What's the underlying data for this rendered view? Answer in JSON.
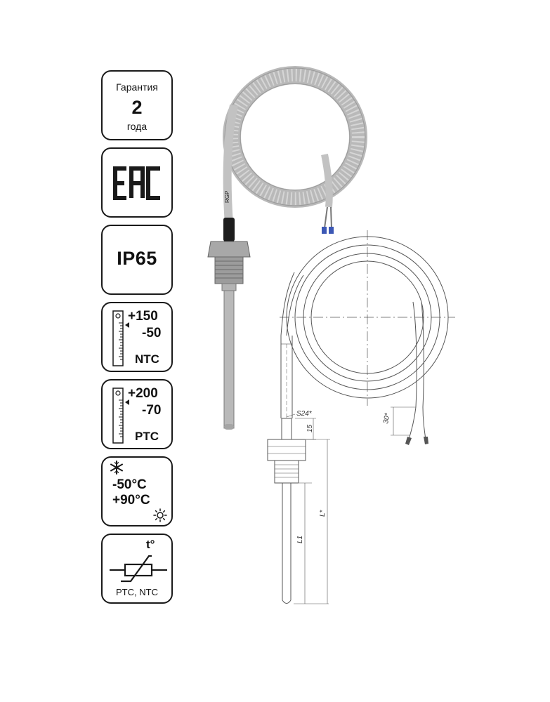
{
  "badges": {
    "warranty": {
      "top": "Гарантия",
      "number": "2",
      "bottom": "года"
    },
    "ip": {
      "label": "IP65"
    },
    "ntc": {
      "high": "+150",
      "low": "-50",
      "type": "NTC"
    },
    "ptc": {
      "high": "+200",
      "low": "-70",
      "type": "PTC"
    },
    "ambient": {
      "low": "-50°C",
      "high": "+90°C"
    },
    "symbol": {
      "t_label": "t°",
      "label": "PTC, NTC"
    }
  },
  "drawing": {
    "cable_print": "RGP",
    "thread_size": "S24*",
    "dim_15": "15",
    "dim_30": "30*",
    "dim_L1": "L1",
    "dim_L": "L*"
  },
  "colors": {
    "frame": "#1a1a1a",
    "cable": "#c4c4c4",
    "line": "#555555"
  }
}
